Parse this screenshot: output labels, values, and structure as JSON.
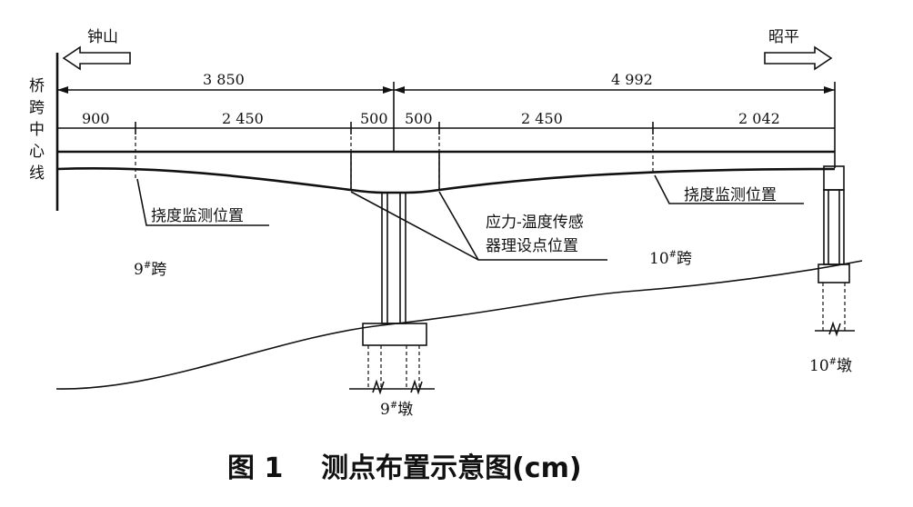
{
  "directions": {
    "left": "钟山",
    "right": "昭平"
  },
  "centerline_label": [
    "桥",
    "跨",
    "中",
    "心",
    "线"
  ],
  "dimensions": {
    "top": [
      "3 850",
      "4 992"
    ],
    "sub": [
      "900",
      "2 450",
      "500",
      "500",
      "2 450",
      "2 042"
    ]
  },
  "labels": {
    "deflection_left": "挠度监测位置",
    "deflection_right": "挠度监测位置",
    "sensor_line1": "应力-温度传感",
    "sensor_line2": "器理设点位置",
    "span9": "9",
    "span10": "10",
    "span_suffix": "跨",
    "pier9": "9",
    "pier10": "10",
    "pier_suffix": "墩",
    "mark": "#"
  },
  "caption": "图 1    测点布置示意图(cm)"
}
